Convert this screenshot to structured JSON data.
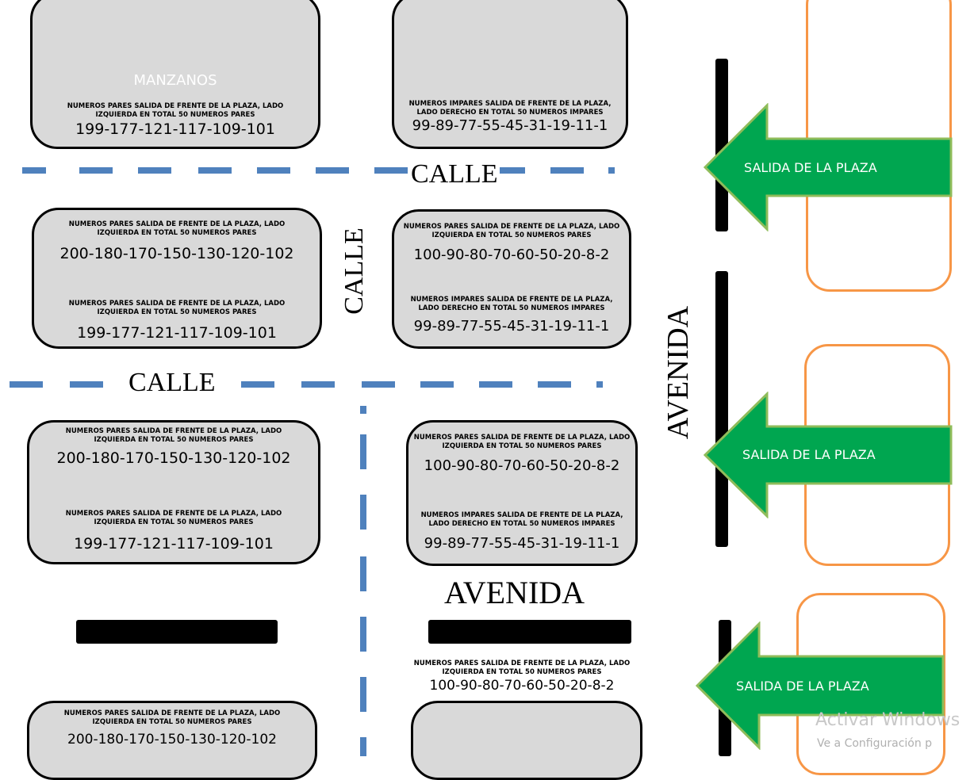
{
  "header": {
    "blocks_title": "MANZANOS"
  },
  "streets": {
    "calle_top": "CALLE",
    "calle_vertical": "CALLE",
    "calle_middle": "CALLE",
    "avenida_vertical": "AVENIDA",
    "avenida_horizontal": "AVENIDA"
  },
  "blocks": [
    {
      "desc1": "NUMEROS PARES SALIDA DE FRENTE DE LA PLAZA, LADO\nIZQUIERDA EN TOTAL 50 NUMEROS PARES",
      "nums1": "199-177-121-117-109-101"
    },
    {
      "desc1": "NUMEROS IMPARES SALIDA DE FRENTE DE LA PLAZA,\nLADO DERECHO EN TOTAL 50 NUMEROS IMPARES",
      "nums1": "99-89-77-55-45-31-19-11-1"
    },
    {
      "desc1": "NUMEROS PARES SALIDA DE FRENTE DE LA PLAZA, LADO\nIZQUIERDA EN TOTAL 50 NUMEROS PARES",
      "nums1": "200-180-170-150-130-120-102",
      "desc2": "NUMEROS PARES SALIDA DE FRENTE DE LA PLAZA, LADO\nIZQUIERDA EN TOTAL 50 NUMEROS PARES",
      "nums2": "199-177-121-117-109-101"
    },
    {
      "desc1": "NUMEROS PARES SALIDA DE FRENTE DE LA PLAZA, LADO\nIZQUIERDA EN TOTAL 50 NUMEROS PARES",
      "nums1": "100-90-80-70-60-50-20-8-2",
      "desc2": "NUMEROS IMPARES SALIDA DE FRENTE DE LA PLAZA,\nLADO DERECHO EN TOTAL 50 NUMEROS IMPARES",
      "nums2": "99-89-77-55-45-31-19-11-1"
    },
    {
      "desc1": "NUMEROS PARES SALIDA DE FRENTE DE LA PLAZA, LADO\nIZQUIERDA EN TOTAL 50 NUMEROS PARES",
      "nums1": "200-180-170-150-130-120-102",
      "desc2": "NUMEROS PARES SALIDA DE FRENTE DE LA PLAZA, LADO\nIZQUIERDA EN TOTAL 50 NUMEROS PARES",
      "nums2": "199-177-121-117-109-101"
    },
    {
      "desc1": "NUMEROS PARES SALIDA DE FRENTE DE LA PLAZA, LADO\nIZQUIERDA EN TOTAL 50 NUMEROS PARES",
      "nums1": "100-90-80-70-60-50-20-8-2",
      "desc2": "NUMEROS IMPARES SALIDA DE FRENTE DE LA PLAZA,\nLADO DERECHO EN TOTAL 50 NUMEROS IMPARES",
      "nums2": "99-89-77-55-45-31-19-11-1"
    },
    {
      "desc1": "NUMEROS PARES SALIDA DE FRENTE DE LA PLAZA, LADO\nIZQUIERDA EN TOTAL 50 NUMEROS PARES",
      "nums1": "200-180-170-150-130-120-102"
    }
  ],
  "floating_label": {
    "desc": "NUMEROS PARES SALIDA DE FRENTE DE LA PLAZA, LADO\nIZQUIERDA EN TOTAL 50 NUMEROS PARES",
    "nums": "100-90-80-70-60-50-20-8-2"
  },
  "exits": [
    {
      "label": "SALIDA DE LA PLAZA"
    },
    {
      "label": "SALIDA DE LA PLAZA"
    },
    {
      "label": "SALIDA DE LA PLAZA"
    }
  ],
  "watermark": {
    "line1": "Activar Windows",
    "line2": "Ve a Configuración p"
  },
  "colors": {
    "block_fill": "#d9d9d9",
    "dash_blue": "#4f81bd",
    "arrow_green": "#00a650",
    "arrow_border": "#8fbc5a",
    "plaza_orange": "#f79646"
  }
}
